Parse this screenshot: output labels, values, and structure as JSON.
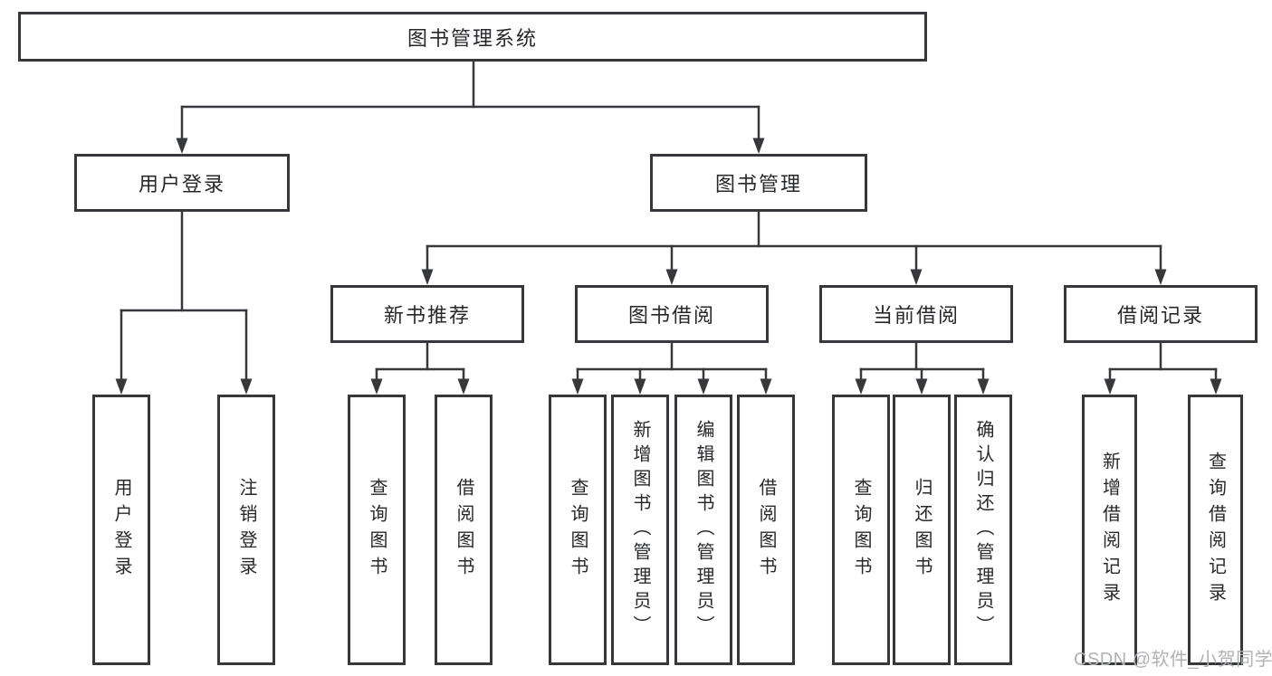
{
  "diagram": {
    "root": "图书管理系统",
    "branches": [
      {
        "label": "用户登录",
        "children": [
          "用户登录",
          "注销登录"
        ]
      },
      {
        "label": "图书管理",
        "sections": [
          {
            "label": "新书推荐",
            "children": [
              "查询图书",
              "借阅图书"
            ]
          },
          {
            "label": "图书借阅",
            "children": [
              "查询图书",
              "新增图书（管理员）",
              "编辑图书（管理员）",
              "借阅图书"
            ]
          },
          {
            "label": "当前借阅",
            "children": [
              "查询图书",
              "归还图书",
              "确认归还（管理员）"
            ]
          },
          {
            "label": "借阅记录",
            "children": [
              "新增借阅记录",
              "查询借阅记录"
            ]
          }
        ]
      }
    ]
  },
  "watermark": {
    "text": "CSDN @软件_小贺同学"
  },
  "colors": {
    "line": "#36383c",
    "border": "#36383c",
    "text": "#26282c",
    "background": "#ffffff",
    "watermark": "#b0b2b5"
  }
}
